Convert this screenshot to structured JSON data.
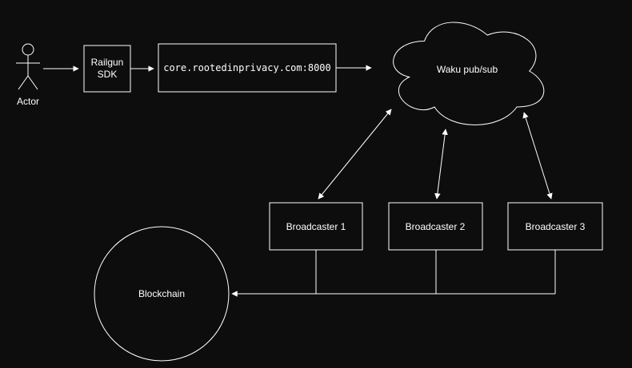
{
  "diagram": {
    "colors": {
      "background": "#0d0d0d",
      "stroke": "#ffffff",
      "text": "#ffffff"
    },
    "actor": {
      "label": "Actor"
    },
    "railgun_sdk": {
      "line1": "Railgun",
      "line2": "SDK"
    },
    "endpoint": {
      "label": "core.rootedinprivacy.com:8000"
    },
    "waku": {
      "label": "Waku pub/sub"
    },
    "broadcasters": [
      {
        "label": "Broadcaster 1"
      },
      {
        "label": "Broadcaster 2"
      },
      {
        "label": "Broadcaster 3"
      }
    ],
    "blockchain": {
      "label": "Blockchain"
    }
  }
}
